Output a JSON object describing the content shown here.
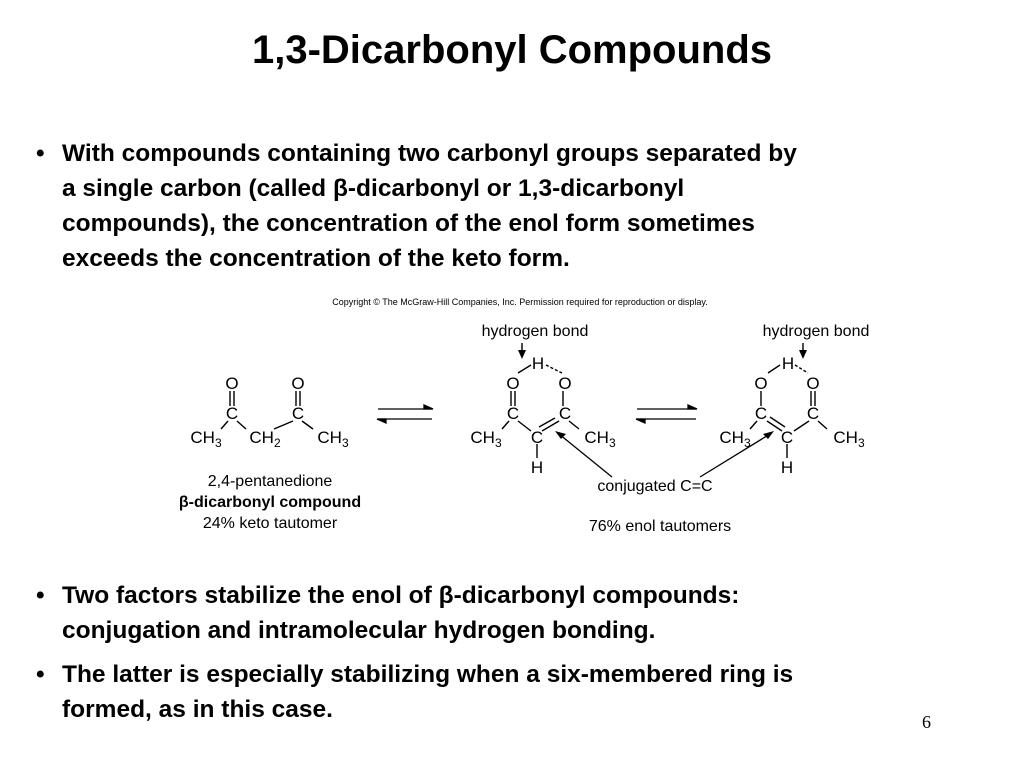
{
  "slide": {
    "title": "1,3-Dicarbonyl Compounds",
    "bullet_char": "•",
    "bullets": [
      {
        "lines": [
          "With compounds containing two carbonyl groups separated by",
          "a single carbon (called β-dicarbonyl or 1,3-dicarbonyl",
          "compounds), the concentration of the enol form sometimes",
          "exceeds the concentration of the keto form."
        ]
      },
      {
        "lines": [
          "Two factors stabilize the enol of β-dicarbonyl compounds:",
          "conjugation and intramolecular hydrogen bonding."
        ]
      },
      {
        "lines": [
          "The latter is especially stabilizing when a six-membered ring is",
          "formed, as in this case."
        ]
      }
    ],
    "page_number": "6"
  },
  "figure": {
    "copyright": "Copyright © The McGraw-Hill Companies, Inc. Permission required for reproduction or display.",
    "keto": {
      "name": "2,4-pentanedione",
      "class": "β-dicarbonyl compound",
      "percent": "24% keto tautomer"
    },
    "enol_1": {
      "label": "hydrogen bond"
    },
    "enol_2": {
      "label": "hydrogen bond"
    },
    "conjugated_label": "conjugated C=C",
    "enol_percent": "76% enol tautomers"
  }
}
